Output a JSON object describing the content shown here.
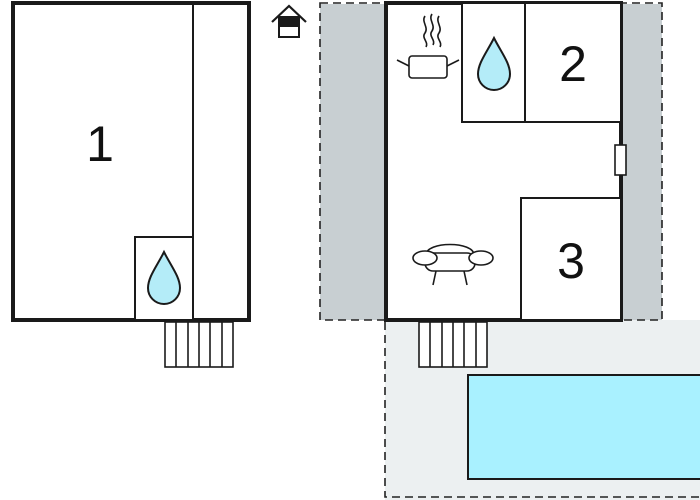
{
  "rooms": [
    {
      "number": "1"
    },
    {
      "number": "2"
    },
    {
      "number": "3"
    }
  ],
  "icons": {
    "compass": "house-direction-icon",
    "kitchen": "cooking-pot-icon",
    "bathroom": "water-drop-icon",
    "living": "sofa-icon",
    "pool": "pool-icon"
  },
  "colors": {
    "wall": "#1a1a1a",
    "terrace": "#c8cfd2",
    "yard": "#ecf0f1",
    "pool": "#a9f1ff",
    "water": "#b4ecf8",
    "background": "#ffffff"
  }
}
